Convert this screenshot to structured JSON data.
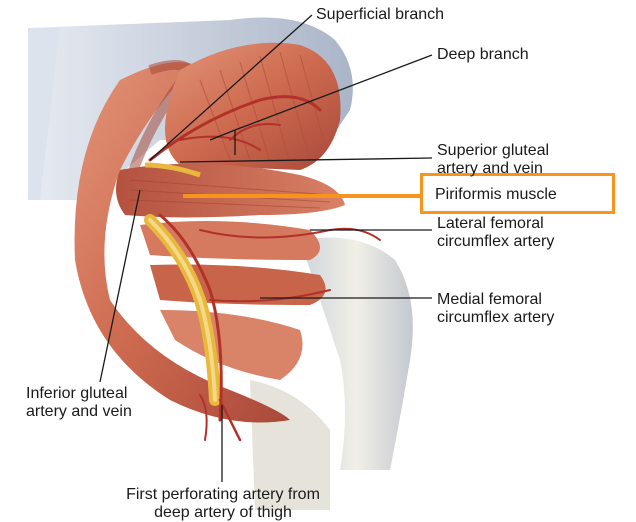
{
  "labels": {
    "superficial_branch": "Superficial branch",
    "deep_branch": "Deep branch",
    "superior_gluteal": "Superior gluteal\nartery and vein",
    "piriformis": "Piriformis muscle",
    "lateral_femoral": "Lateral femoral\ncircumflex artery",
    "medial_femoral": "Medial femoral\ncircumflex artery",
    "inferior_gluteal": "Inferior gluteal\nartery and vein",
    "first_perforating": "First perforating artery from\ndeep artery of thigh"
  },
  "colors": {
    "highlight": "#f7941d",
    "muscle": "#c9634a",
    "muscle_light": "#e59a7e",
    "artery": "#b2322a",
    "nerve": "#e8b93c",
    "bone": "#e8e4d6",
    "fascia": "#b9c4d6"
  }
}
